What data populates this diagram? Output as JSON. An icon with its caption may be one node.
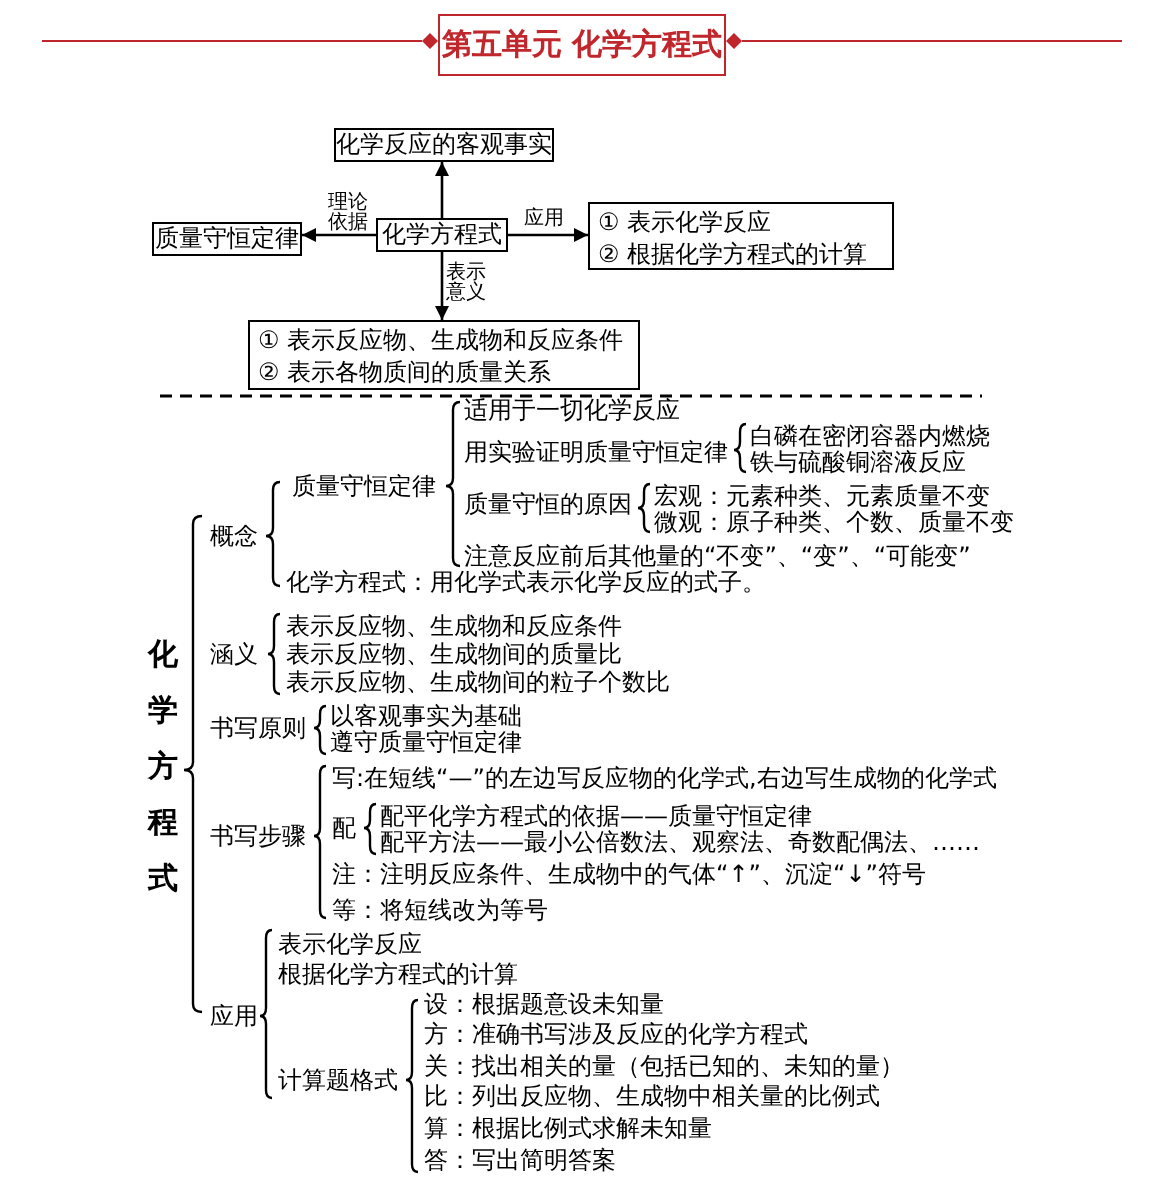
{
  "diagram": {
    "title": "第五单元 化学方程式",
    "nodes": [
      {
        "text": [
          "化学方程式"
        ]
      },
      {
        "text": [
          "化学反应的客观事实"
        ]
      },
      {
        "text": [
          "质量守恒定律"
        ]
      },
      {
        "text": [
          "① 表示化学反应",
          "② 根据化学方程式的计算"
        ]
      },
      {
        "text": [
          "① 表示反应物、生成物和反应条件",
          "② 表示各物质间的质量关系"
        ]
      }
    ],
    "edges": [
      {
        "from": 0,
        "to": 1,
        "arrow": "to"
      },
      {
        "from": 0,
        "to": 2,
        "arrow": "to",
        "label": "理论依据"
      },
      {
        "from": 0,
        "to": 3,
        "arrow": "to",
        "label": "应用"
      },
      {
        "from": 0,
        "to": 4,
        "arrow": "to",
        "label": "表示意义"
      }
    ],
    "labels": [
      "化学方程式",
      "概念",
      "质量守恒定律",
      "适用于一切化学反应",
      "用实验证明质量守恒定律",
      "白磷在密闭容器内燃烧",
      "铁与硫酸铜溶液反应",
      "质量守恒的原因",
      "宏观：元素种类、元素质量不变",
      "微观：原子种类、个数、质量不变",
      "注意反应前后其他量的“不变”、“变”、“可能变”",
      "化学方程式：用化学式表示化学反应的式子。",
      "涵义",
      "表示反应物、生成物和反应条件",
      "表示反应物、生成物间的质量比",
      "表示反应物、生成物间的粒子个数比",
      "书写原则",
      "以客观事实为基础",
      "遵守质量守恒定律",
      "书写步骤",
      "写:在短线“—”的左边写反应物的化学式,右边写生成物的化学式",
      "配",
      "配平化学方程式的依据——质量守恒定律",
      "配平方法——最小公倍数法、观察法、奇数配偶法、……",
      "注：注明反应条件、生成物中的气体“↑”、沉淀“↓”符号",
      "等：将短线改为等号",
      "应用",
      "表示化学反应",
      "根据化学方程式的计算",
      "计算题格式",
      "设：根据题意设未知量",
      "方：准确书写涉及反应的化学方程式",
      "关：找出相关的量（包括已知的、未知的量）",
      "比：列出反应物、生成物中相关量的比例式",
      "算：根据比例式求解未知量",
      "答：写出简明答案"
    ]
  }
}
